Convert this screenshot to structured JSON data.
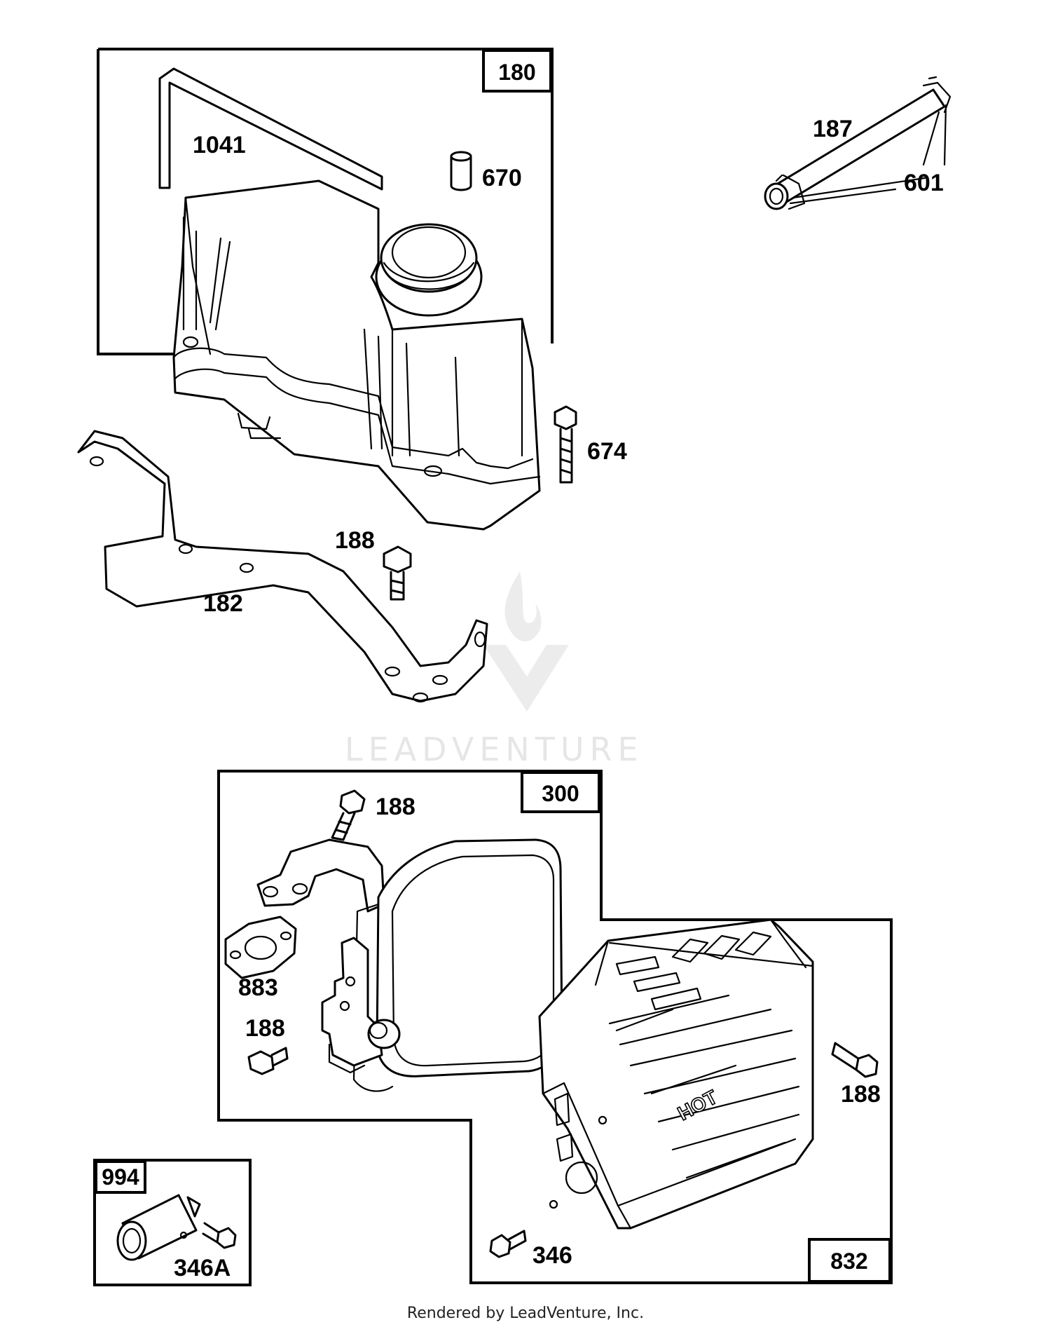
{
  "parts": {
    "p1041": "1041",
    "p670": "670",
    "p180": "180",
    "p187": "187",
    "p601": "601",
    "p674": "674",
    "p188a": "188",
    "p182": "182",
    "p300": "300",
    "p188b": "188",
    "p883": "883",
    "p188c": "188",
    "p188d": "188",
    "p994": "994",
    "p346a": "346A",
    "p346": "346",
    "p832": "832"
  },
  "decal": {
    "hot": "HOT"
  },
  "watermark": {
    "brand": "LEADVENTURE"
  },
  "footer": {
    "text": "Rendered by LeadVenture, Inc."
  }
}
